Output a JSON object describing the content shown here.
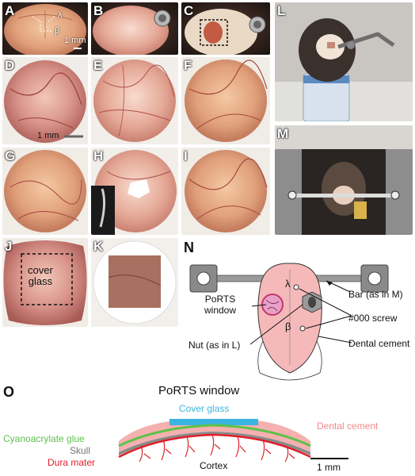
{
  "panels": {
    "A": "A",
    "B": "B",
    "C": "C",
    "D": "D",
    "E": "E",
    "F": "F",
    "G": "G",
    "H": "H",
    "I": "I",
    "J": "J",
    "K": "K",
    "L": "L",
    "M": "M",
    "N": "N",
    "O": "O"
  },
  "panel_a": {
    "lambda": "λ",
    "beta": "β",
    "scale": "1 mm"
  },
  "panel_d": {
    "scale": "1 mm"
  },
  "panel_j": {
    "cover_glass": "cover\nglass"
  },
  "panel_n": {
    "portrs_window": "PoRTS\nwindow",
    "nut": "Nut (as in L)",
    "bar": "Bar (as in M)",
    "screw": "#000 screw",
    "dental_cement": "Dental cement",
    "lambda": "λ",
    "beta": "β"
  },
  "panel_o": {
    "title": "PoRTS window",
    "cover_glass": "Cover glass",
    "dental_cement": "Dental cement",
    "glue": "Cyanoacrylate glue",
    "skull": "Skull",
    "dura": "Dura mater",
    "cortex": "Cortex",
    "scale": "1 mm"
  },
  "colors": {
    "glue": "#5cc24a",
    "skull": "#8a8a8a",
    "dura": "#e0202a",
    "cement": "#f2a0a0",
    "cover_glass": "#3ab4e0"
  }
}
